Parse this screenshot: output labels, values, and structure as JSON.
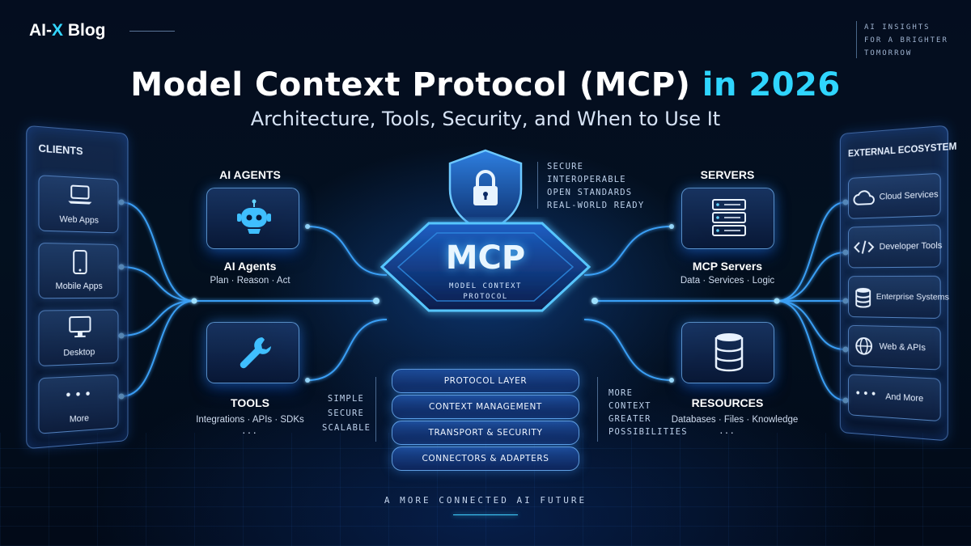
{
  "header": {
    "brand_prefix": "AI-",
    "brand_x": "X",
    "brand_suffix": " Blog",
    "tagline": [
      "AI INSIGHTS",
      "FOR A BRIGHTER",
      "TOMORROW"
    ]
  },
  "title": {
    "main": "Model Context Protocol (MCP) ",
    "highlight": "in 2026",
    "subtitle": "Architecture, Tools, Security, and When to Use It"
  },
  "clients": {
    "heading": "CLIENTS",
    "items": [
      {
        "label": "Web Apps",
        "icon": "laptop-icon"
      },
      {
        "label": "Mobile Apps",
        "icon": "phone-icon"
      },
      {
        "label": "Desktop",
        "icon": "monitor-icon"
      },
      {
        "label": "More",
        "icon": "ellipsis-icon"
      }
    ]
  },
  "agents": {
    "heading": "AI AGENTS",
    "name": "AI Agents",
    "desc": "Plan · Reason · Act",
    "icon": "robot-icon"
  },
  "tools": {
    "heading": "TOOLS",
    "desc": "Integrations · APIs · SDKs",
    "more": "···",
    "icon": "wrench-icon"
  },
  "servers": {
    "heading": "SERVERS",
    "name": "MCP Servers",
    "desc": "Data · Services · Logic",
    "icon": "server-rack-icon"
  },
  "resources": {
    "heading": "RESOURCES",
    "desc": "Databases · Files · Knowledge",
    "more": "···",
    "icon": "database-icon"
  },
  "external": {
    "heading": "EXTERNAL ECOSYSTEM",
    "items": [
      {
        "label": "Cloud Services",
        "icon": "cloud-icon"
      },
      {
        "label": "Developer Tools",
        "icon": "code-icon"
      },
      {
        "label": "Enterprise Systems",
        "icon": "database-icon"
      },
      {
        "label": "Web & APIs",
        "icon": "globe-icon"
      },
      {
        "label": "And More",
        "icon": "ellipsis-icon"
      }
    ]
  },
  "core": {
    "name": "MCP",
    "sub": "MODEL CONTEXT\nPROTOCOL",
    "icon": "shield-lock-icon",
    "features": [
      "SECURE",
      "INTEROPERABLE",
      "OPEN STANDARDS",
      "REAL-WORLD READY"
    ]
  },
  "layers": [
    "PROTOCOL LAYER",
    "CONTEXT MANAGEMENT",
    "TRANSPORT & SECURITY",
    "CONNECTORS & ADAPTERS"
  ],
  "left_qualities": [
    "SIMPLE",
    "SECURE",
    "SCALABLE"
  ],
  "right_qualities": [
    "MORE",
    "CONTEXT",
    "GREATER",
    "POSSIBILITIES"
  ],
  "footer": "A MORE CONNECTED AI FUTURE",
  "colors": {
    "accent": "#2fd5ff",
    "glow": "#3c9bff",
    "background": "#020814"
  }
}
